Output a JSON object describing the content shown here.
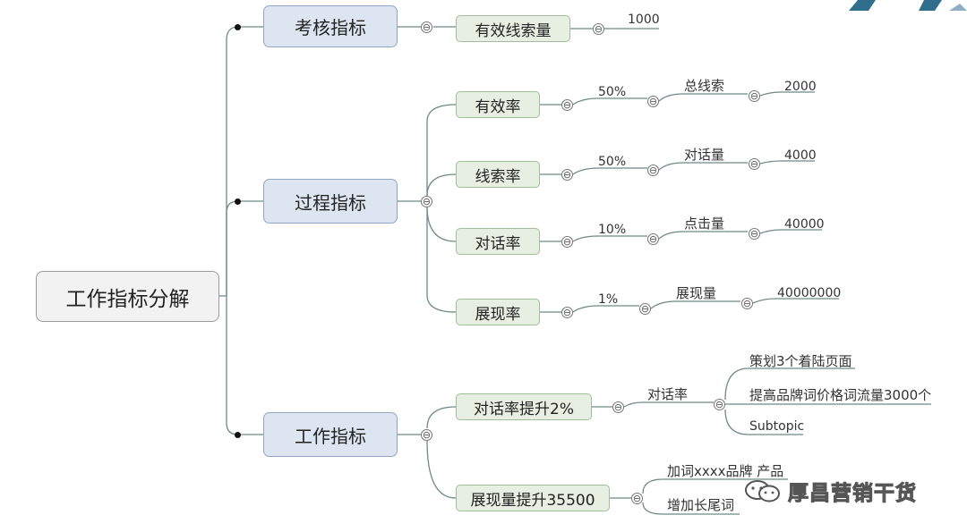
{
  "root": {
    "label": "工作指标分解"
  },
  "branch_assessment": {
    "label": "考核指标",
    "child": {
      "label": "有效线索量",
      "value": "1000"
    }
  },
  "branch_process": {
    "label": "过程指标",
    "children": [
      {
        "label": "有效率",
        "rate": "50%",
        "sub": "总线索",
        "value": "2000"
      },
      {
        "label": "线索率",
        "rate": "50%",
        "sub": "对话量",
        "value": "4000"
      },
      {
        "label": "对话率",
        "rate": "10%",
        "sub": "点击量",
        "value": "40000"
      },
      {
        "label": "展现率",
        "rate": "1%",
        "sub": "展现量",
        "value": "40000000"
      }
    ]
  },
  "branch_work": {
    "label": "工作指标",
    "children": [
      {
        "label": "对话率提升2%",
        "sub": "对话率",
        "items": [
          "策划3个着陆页面",
          "提高品牌词价格词流量3000个",
          "Subtopic"
        ]
      },
      {
        "label": "展现量提升35500",
        "items": [
          "加词xxxx品牌 产品",
          "增加长尾词"
        ]
      }
    ]
  },
  "collapse_symbol": "⊖",
  "watermark": {
    "text": "厚昌营销干货",
    "icon": "wechat-icon"
  },
  "colors": {
    "root_fill": "#f2f2f2",
    "level1_fill": "#dde6f0",
    "level2_fill": "#e6efe2",
    "line": "#6f8f8a"
  }
}
